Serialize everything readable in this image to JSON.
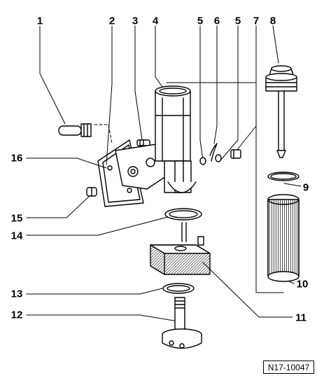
{
  "diagram": {
    "reference_code": "N17-10047",
    "callouts": [
      "1",
      "2",
      "3",
      "4",
      "5",
      "6",
      "5",
      "7",
      "8",
      "9",
      "10",
      "11",
      "12",
      "13",
      "14",
      "15",
      "16"
    ]
  }
}
